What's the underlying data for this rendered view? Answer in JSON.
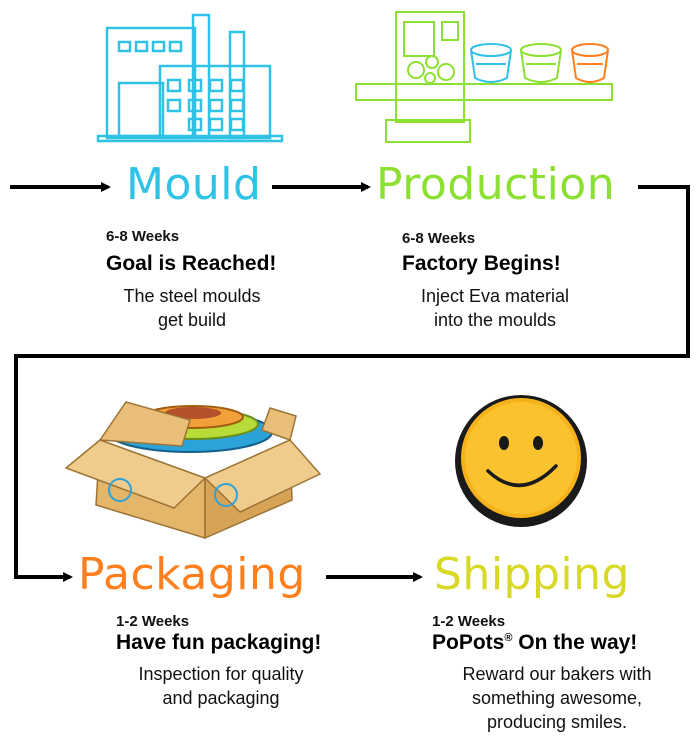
{
  "colors": {
    "mould": "#2ec3e6",
    "production": "#8be032",
    "packaging": "#ff7f1e",
    "shipping": "#d8d826",
    "arrow": "#000000",
    "smiley": "#f5b21a",
    "box": "#e7bf7a"
  },
  "stages": [
    {
      "title": "Mould",
      "duration": "6-8 Weeks",
      "heading": "Goal is Reached!",
      "description": [
        "The steel moulds",
        "get build"
      ],
      "icon": "factory-icon"
    },
    {
      "title": "Production",
      "duration": "6-8 Weeks",
      "heading": "Factory Begins!",
      "description": [
        "Inject Eva material",
        "into the moulds"
      ],
      "icon": "production-machine-icon"
    },
    {
      "title": "Packaging",
      "duration": "1-2 Weeks",
      "heading": "Have fun packaging!",
      "description": [
        "Inspection for quality",
        "and packaging"
      ],
      "icon": "cardboard-box-icon"
    },
    {
      "title": "Shipping",
      "duration": "1-2 Weeks",
      "heading_main": "PoPots",
      "heading_reg": "®",
      "heading_rest": " On the way!",
      "description": [
        "Reward our bakers with",
        "something awesome,",
        "producing smiles."
      ],
      "icon": "smiley-face-icon"
    }
  ]
}
